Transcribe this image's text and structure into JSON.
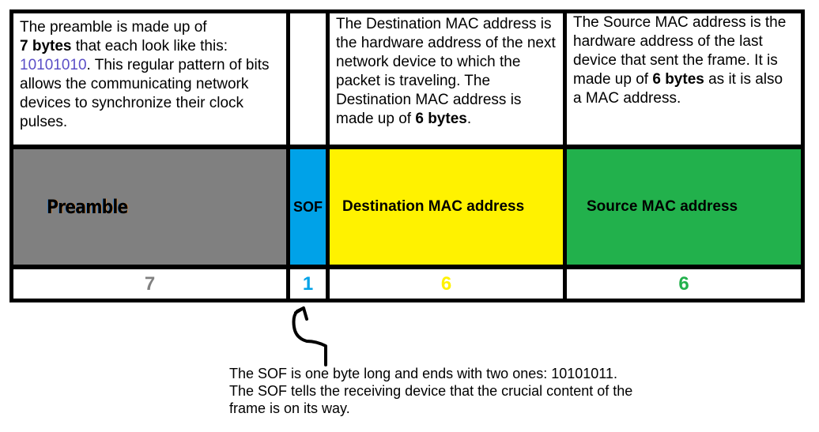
{
  "colors": {
    "preamble": "#808080",
    "sof": "#00a2e8",
    "destination": "#fff200",
    "source": "#22b14c",
    "bits": "#5b4fc7"
  },
  "descriptions": {
    "preamble": {
      "t1": "The preamble is made up of",
      "bold": "7 bytes",
      "t2": " that each look like this:",
      "bits": "10101010",
      "t3": ". This regular pattern of bits allows the communicating network devices to synchronize their clock pulses."
    },
    "destination": {
      "t1": "The Destination MAC address is the hardware address of the next network device to which the packet is traveling. The Destination MAC address is made up of ",
      "bold": "6 bytes",
      "t2": "."
    },
    "source": {
      "t1": "The Source MAC address is the hardware address of the last device that sent the frame. It is made up of ",
      "bold": "6 bytes",
      "t2": " as it is also a MAC address."
    }
  },
  "fields": [
    {
      "label": "Preamble",
      "bytes": "7"
    },
    {
      "label": "SOF",
      "bytes": "1"
    },
    {
      "label": "Destination MAC address",
      "bytes": "6"
    },
    {
      "label": "Source MAC address",
      "bytes": "6"
    }
  ],
  "sof_note": [
    "The SOF is one byte long and ends with two ones: 10101011.",
    "The SOF tells the receiving device that the crucial content of the",
    "frame is on its way."
  ]
}
